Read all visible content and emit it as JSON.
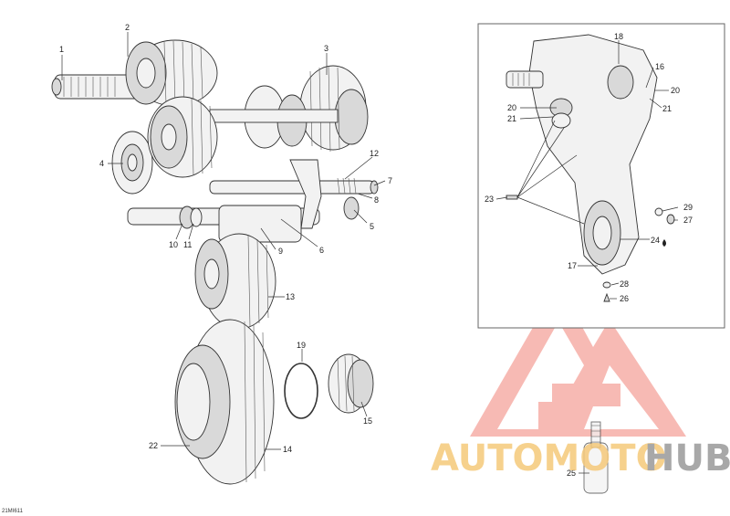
{
  "diagram_code": "21MI611",
  "callouts": {
    "c1": "1",
    "c2": "2",
    "c3": "3",
    "c4": "4",
    "c5": "5",
    "c6": "6",
    "c7": "7",
    "c8": "8",
    "c9": "9",
    "c10": "10",
    "c11": "11",
    "c12": "12",
    "c13": "13",
    "c14": "14",
    "c15": "15",
    "c16": "16",
    "c17": "17",
    "c18": "18",
    "c19": "19",
    "c20a": "20",
    "c20b": "20",
    "c21a": "21",
    "c21b": "21",
    "c22": "22",
    "c23": "23",
    "c24": "24",
    "c25": "25",
    "c26": "26",
    "c27": "27",
    "c28": "28",
    "c29": "29"
  },
  "watermark": {
    "text_left": "AUTOMOTO",
    "text_right": "HUB",
    "color_left": "#f5c97a",
    "color_right": "#9a9a9a",
    "logo_color": "#f28b82"
  }
}
